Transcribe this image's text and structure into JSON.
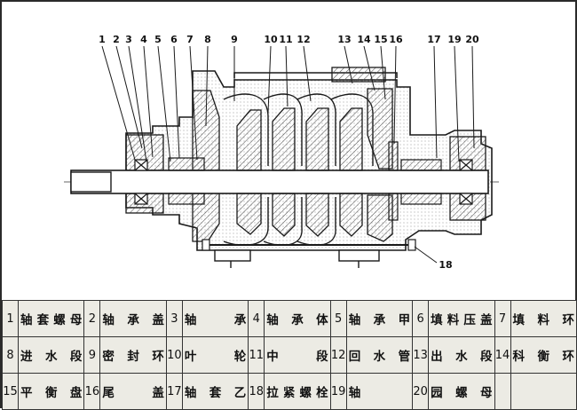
{
  "callouts": {
    "top": [
      "1",
      "2",
      "3",
      "4",
      "5",
      "6",
      "7",
      "8",
      "9",
      "10",
      "11",
      "12",
      "13",
      "14",
      "15",
      "16",
      "17",
      "19",
      "20"
    ],
    "bottom": "18"
  },
  "legend": [
    [
      {
        "n": "1",
        "t": "轴套螺母"
      },
      {
        "n": "2",
        "t": "轴承盖"
      },
      {
        "n": "3",
        "t": "轴承"
      },
      {
        "n": "4",
        "t": "轴承体"
      },
      {
        "n": "5",
        "t": "轴承甲"
      },
      {
        "n": "6",
        "t": "填料压盖"
      },
      {
        "n": "7",
        "t": "填料环"
      }
    ],
    [
      {
        "n": "8",
        "t": "进水段"
      },
      {
        "n": "9",
        "t": "密封环"
      },
      {
        "n": "10",
        "t": "叶轮"
      },
      {
        "n": "11",
        "t": "中段"
      },
      {
        "n": "12",
        "t": "回水管"
      },
      {
        "n": "13",
        "t": "出水段"
      },
      {
        "n": "14",
        "t": "科衡环"
      }
    ],
    [
      {
        "n": "15",
        "t": "平衡盘"
      },
      {
        "n": "16",
        "t": "尾盖"
      },
      {
        "n": "17",
        "t": "轴套乙"
      },
      {
        "n": "18",
        "t": "拉紧螺栓"
      },
      {
        "n": "19",
        "t": "轴"
      },
      {
        "n": "20",
        "t": "园螺母"
      },
      {
        "n": "",
        "t": ""
      }
    ]
  ],
  "colors": {
    "line": "#1a1a1a",
    "hatch": "#555555",
    "table_bg": "#ecebe4"
  }
}
